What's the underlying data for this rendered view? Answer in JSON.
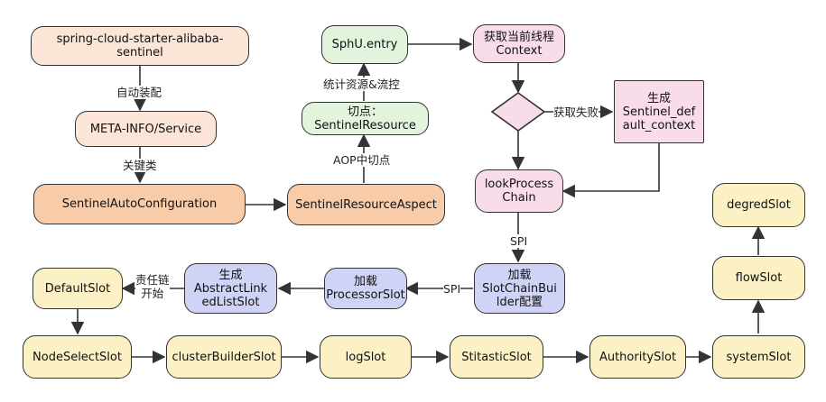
{
  "colors": {
    "peach_light": "#fbe5d6",
    "peach": "#f8cba9",
    "green": "#e2f5dc",
    "pink": "#f9dcea",
    "blue": "#cfd3f5",
    "yellow": "#fbf1c4",
    "stroke": "#333333"
  },
  "nodes": {
    "starter": "spring-cloud-starter-alibaba-sentinel",
    "meta_inf": "META-INFO/Service",
    "auto_config": "SentinelAutoConfiguration",
    "resource_aspect": "SentinelResourceAspect",
    "pointcut": "切点：\nSentinelResource",
    "sphu_entry": "SphU.entry",
    "get_context": "获取当前线程\nContext",
    "gen_default_context": "生成\nSentinel_def\nault_context",
    "lookup_chain": "lookProcess\nChain",
    "load_chain_builder": "加载\nSlotChainBui\nlder配置",
    "load_processor_slot": "加载\nProcessorSlot",
    "gen_linked_list": "生成\nAbstractLink\nedListSlot",
    "default_slot": "DefaultSlot",
    "node_select_slot": "NodeSelectSlot",
    "cluster_builder_slot": "clusterBuilderSlot",
    "log_slot": "logSlot",
    "statistic_slot": "StitasticSlot",
    "authority_slot": "AuthoritySlot",
    "system_slot": "systemSlot",
    "flow_slot": "flowSlot",
    "degrade_slot": "degredSlot"
  },
  "edge_labels": {
    "auto_assemble": "自动装配",
    "key_class": "关键类",
    "aop_pointcut": "AOP中切点",
    "stat_and_limit": "统计资源&流控",
    "get_failed": "获取失败",
    "spi_down": "SPI",
    "spi_left": "SPI",
    "chain_start": "责任链\n开始"
  }
}
